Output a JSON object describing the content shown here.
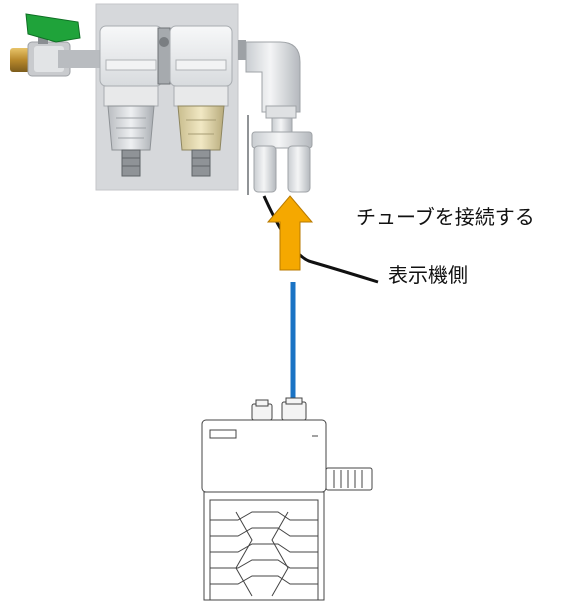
{
  "annotations": {
    "connect_tube": "チューブを接続する",
    "display_side": "表示機側"
  },
  "colors": {
    "arrow_fill": "#f5a800",
    "arrow_stroke": "#b87a00",
    "tube_blue": "#1a73c4",
    "photo_bg": "#d9dadc",
    "valve_green": "#1fa33a",
    "brass": "#c79a3a",
    "filter_bowl_amber": "#e6d9a8",
    "fitting_white": "#eceeef"
  },
  "icons": {
    "direction_arrow": "up-arrow-icon",
    "valve": "ball-valve-icon",
    "fitting": "elbow-fitting-icon",
    "unit": "display-unit-device"
  }
}
